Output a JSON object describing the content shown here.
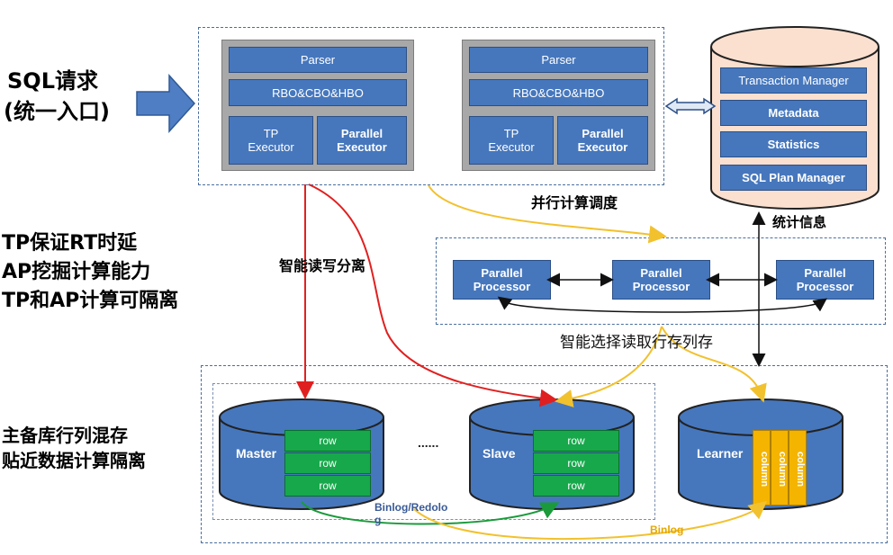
{
  "left_labels": {
    "sql_title": "SQL请求",
    "sql_subtitle": "(统一入口)",
    "tp_line1": "TP保证RT时延",
    "tp_line2": "AP挖掘计算能力",
    "tp_line3": "TP和AP计算可隔离",
    "storage_line1": "主备库行列混存",
    "storage_line2": "贴近数据计算隔离"
  },
  "compute_nodes": [
    {
      "parser": "Parser",
      "optimizer": "RBO&CBO&HBO",
      "tp_executor": "TP\nExecutor",
      "parallel_executor": "Parallel\nExecutor"
    },
    {
      "parser": "Parser",
      "optimizer": "RBO&CBO&HBO",
      "tp_executor": "TP\nExecutor",
      "parallel_executor": "Parallel\nExecutor"
    }
  ],
  "metadata_db": {
    "items": [
      "Transaction Manager",
      "Metadata",
      "Statistics",
      "SQL Plan Manager"
    ]
  },
  "annotations": {
    "parallel_schedule": "并行计算调度",
    "statistics_info": "统计信息",
    "rw_split": "智能读写分离",
    "select_storage": "智能选择读取行存列存",
    "binlog_redolog": "Binlog/Redolo\ng",
    "binlog": "Binlog",
    "ellipsis": "......"
  },
  "processors": [
    "Parallel\nProcessor",
    "Parallel\nProcessor",
    "Parallel\nProcessor"
  ],
  "storage": {
    "master": {
      "label": "Master",
      "rows": [
        "row",
        "row",
        "row"
      ]
    },
    "slave": {
      "label": "Slave",
      "rows": [
        "row",
        "row",
        "row"
      ]
    },
    "learner": {
      "label": "Learner",
      "columns": [
        "column",
        "column",
        "column"
      ]
    }
  },
  "colors": {
    "box_blue": "#4677bd",
    "node_grey": "#a8a8a8",
    "row_green": "#17a84b",
    "column_yellow": "#f4b400",
    "arrow_red": "#e02020",
    "arrow_yellow": "#f2c12e",
    "arrow_green": "#1a9a3a",
    "db_peach": "#fbe0cf"
  }
}
